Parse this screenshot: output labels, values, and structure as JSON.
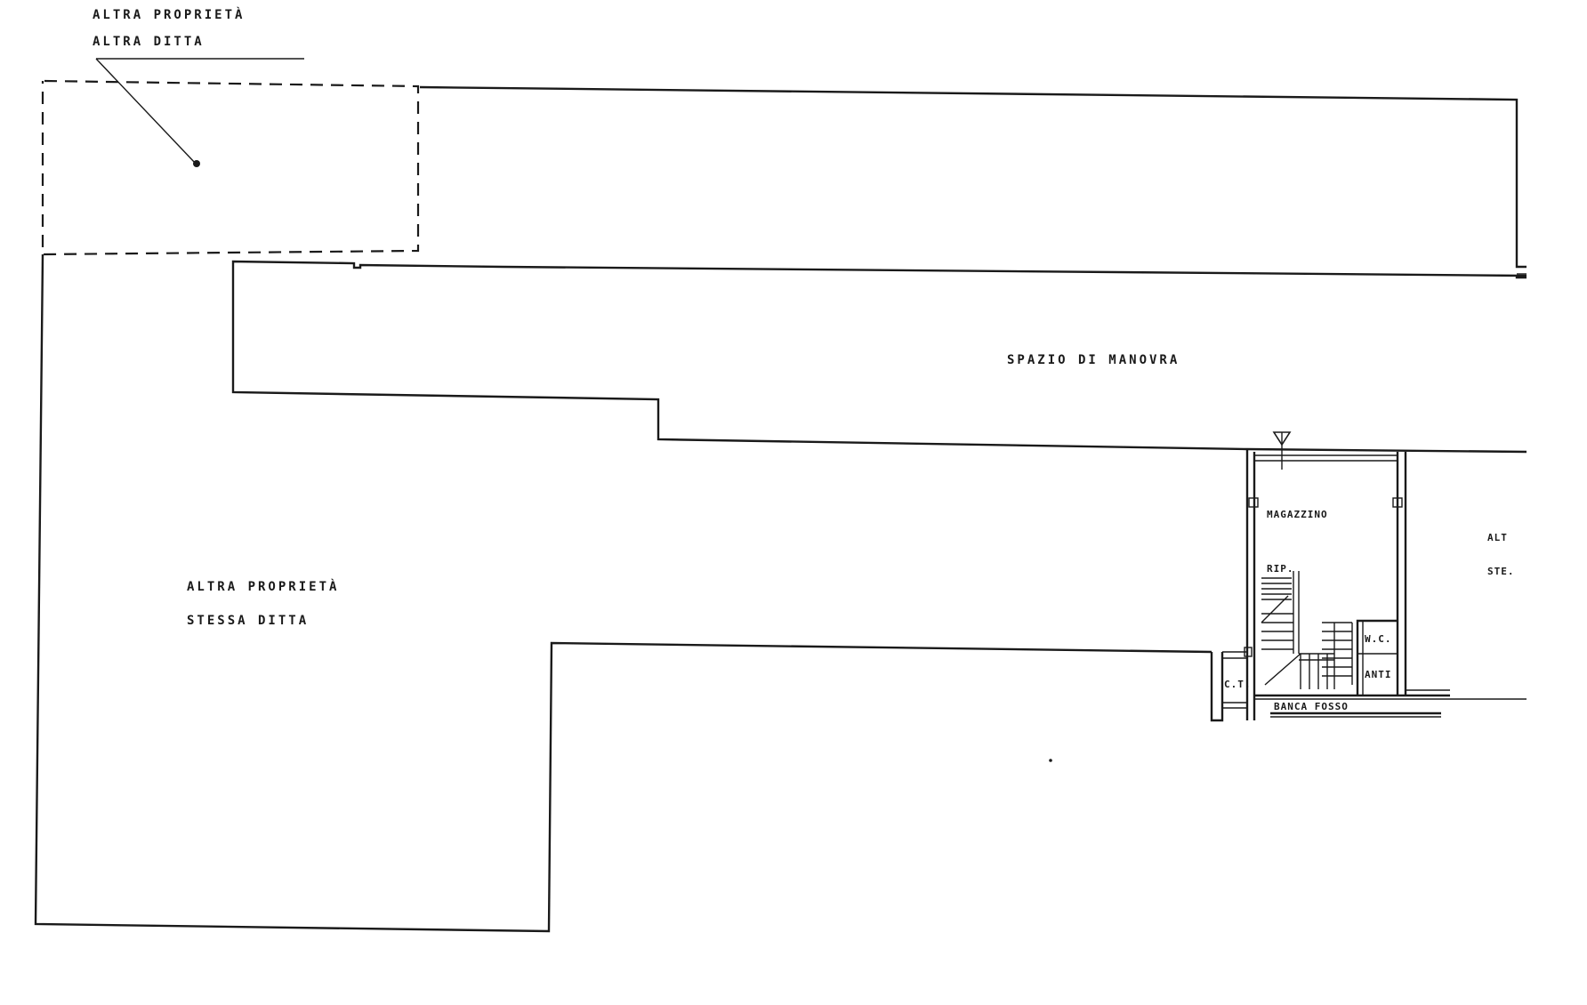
{
  "labels": {
    "top_owner_line1": "ALTRA PROPRIETÀ",
    "top_owner_line2": "ALTRA DITTA",
    "maneuver_space": "SPAZIO DI MANOVRA",
    "left_owner_line1": "ALTRA PROPRIETÀ",
    "left_owner_line2": "STESSA DITTA",
    "storage": "MAGAZZINO",
    "closet": "RIP.",
    "wc": "W.C.",
    "anti": "ANTI",
    "heating": "C.T.",
    "ditch": "BANCA FOSSO",
    "right_cut_line1": "ALT",
    "right_cut_line2": "STE."
  }
}
